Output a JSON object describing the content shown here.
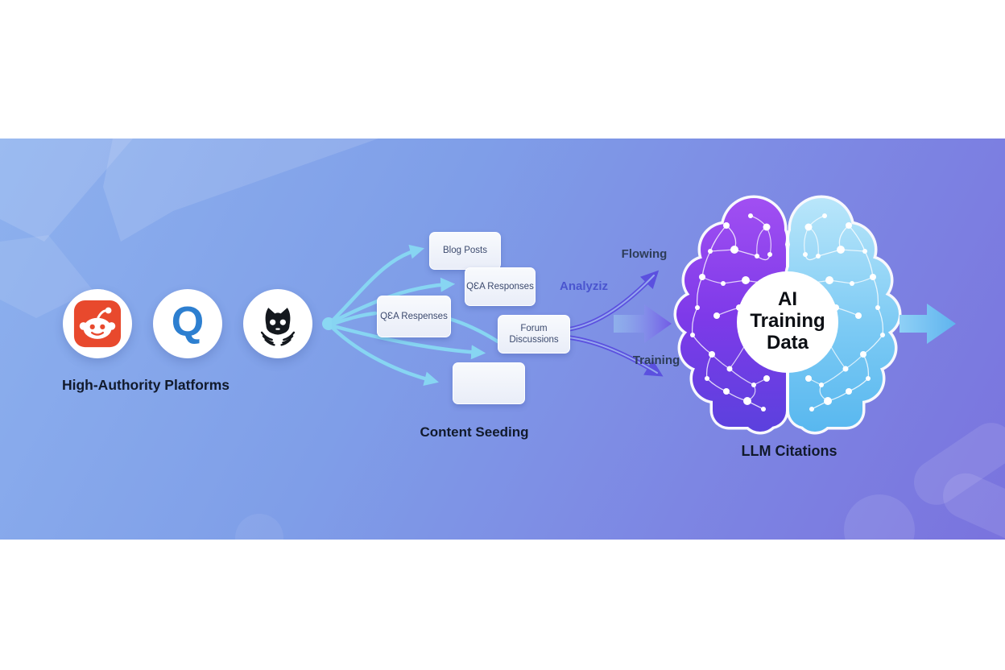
{
  "platforms": {
    "label": "High-Authority Platforms",
    "icons": [
      "Reddit",
      "Quora",
      "Cat mascot"
    ]
  },
  "seeding": {
    "label": "Content Seeding",
    "boxes": [
      {
        "label": "Blog Posts"
      },
      {
        "label": "QƐA Responses"
      },
      {
        "label": "QƐA Respenses"
      },
      {
        "label": "Forum\nDiscussions"
      },
      {
        "label": ""
      }
    ]
  },
  "flow": {
    "analyziz": "Analyziz",
    "flowing": "Flowing",
    "training": "Training"
  },
  "brain": {
    "line1": "AI",
    "line2": "Training",
    "line3": "Data",
    "caption": "LLM Citations"
  },
  "quora_letter": "Q",
  "colors": {
    "band_top_left": "#8db1ee",
    "band_bottom_right": "#7a73de",
    "arrow_light_blue": "#87d5f2",
    "arrow_purple": "#5b50df",
    "brain_left_top": "#a14ff2",
    "brain_left_bottom": "#5a41dd",
    "brain_right_top": "#b9e6fa",
    "brain_right_bottom": "#57b7ef",
    "reddit_orange": "#e8492d",
    "quora_blue": "#2d7fd0",
    "box_text": "#3c4a6e",
    "title_text": "#111a2c"
  }
}
